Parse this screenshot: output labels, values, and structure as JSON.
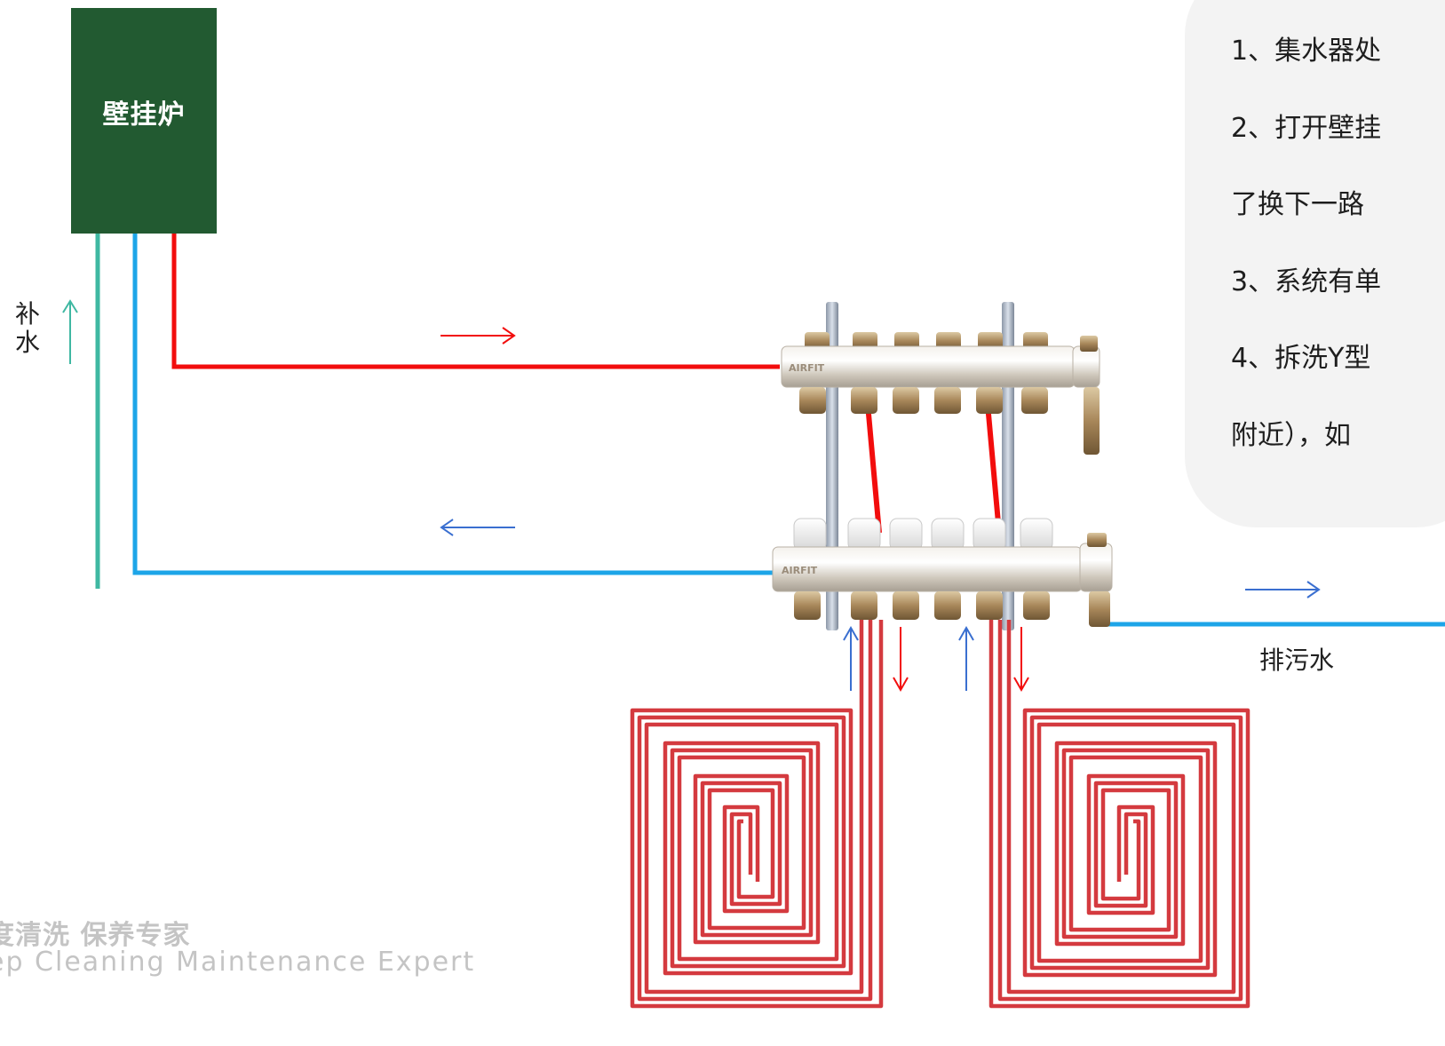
{
  "boiler": {
    "label": "壁挂炉"
  },
  "fill_water": {
    "label": "补\n水"
  },
  "drain": {
    "label": "排污水"
  },
  "manifold": {
    "brand_top": "AIRFIT",
    "brand_bottom": "AIRFIT"
  },
  "notes": [
    "1、集水器处",
    "2、打开壁挂",
    "了换下一路",
    "3、系统有单",
    "4、拆洗Y型",
    "附近），如"
  ],
  "watermark": {
    "cn": "度清洗 保养专家",
    "en": "ep Cleaning Maintenance Expert"
  },
  "colors": {
    "supply": "#f20d0d",
    "return": "#1da5e8",
    "fill_pipe": "#3fb8a2",
    "coil": "#d43a3f",
    "boiler": "#225a31",
    "arrow_blue": "#3a6fd0"
  }
}
